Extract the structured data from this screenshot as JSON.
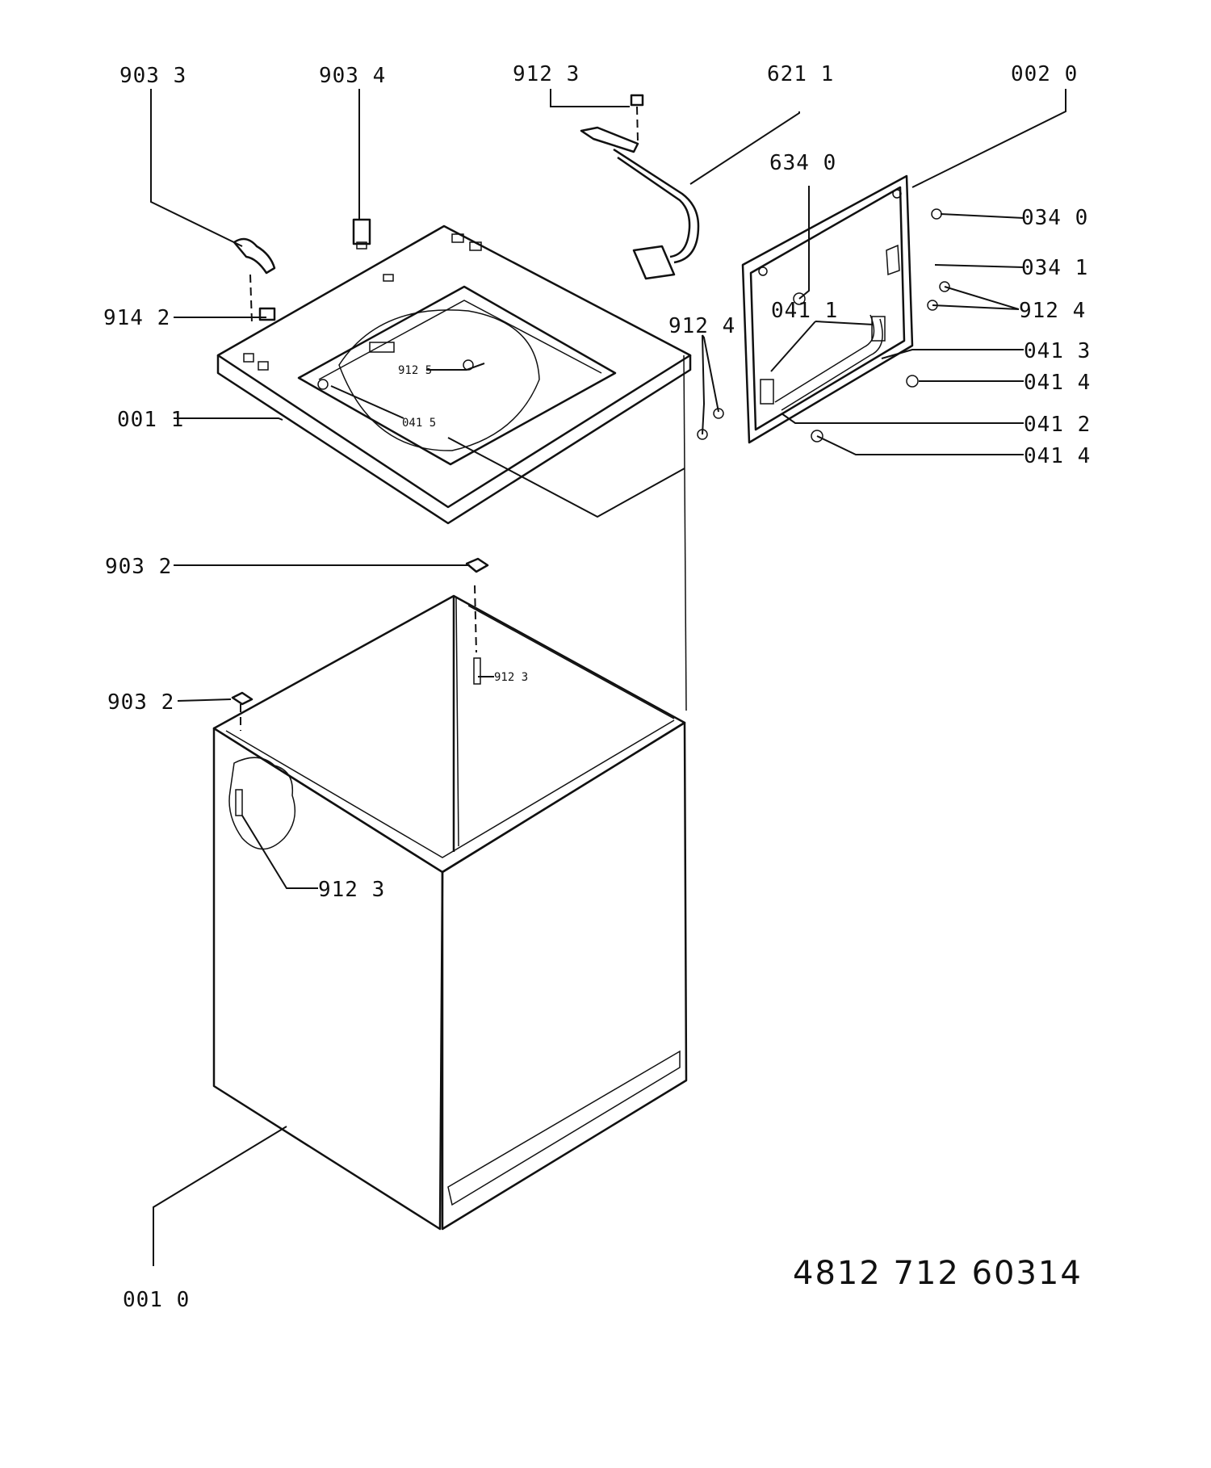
{
  "labels": {
    "l_903_3": "903 3",
    "l_903_4": "903 4",
    "l_912_3_top": "912 3",
    "l_621_1": "621 1",
    "l_002_0": "002 0",
    "l_634_0": "634 0",
    "l_034_0": "034 0",
    "l_034_1": "034 1",
    "l_914_2": "914 2",
    "l_912_4_left": "912 4",
    "l_041_1": "041 1",
    "l_912_4_right": "912 4",
    "l_041_3": "041 3",
    "l_041_4_a": "041 4",
    "l_001_1": "001 1",
    "l_912_5": "912 5",
    "l_041_5": "041 5",
    "l_041_2": "041 2",
    "l_041_4_b": "041 4",
    "l_903_2_a": "903 2",
    "l_912_3_mid": "912 3",
    "l_903_2_b": "903 2",
    "l_912_3_low": "912 3",
    "l_001_0": "001 0"
  },
  "document_number": "4812 712 60314"
}
